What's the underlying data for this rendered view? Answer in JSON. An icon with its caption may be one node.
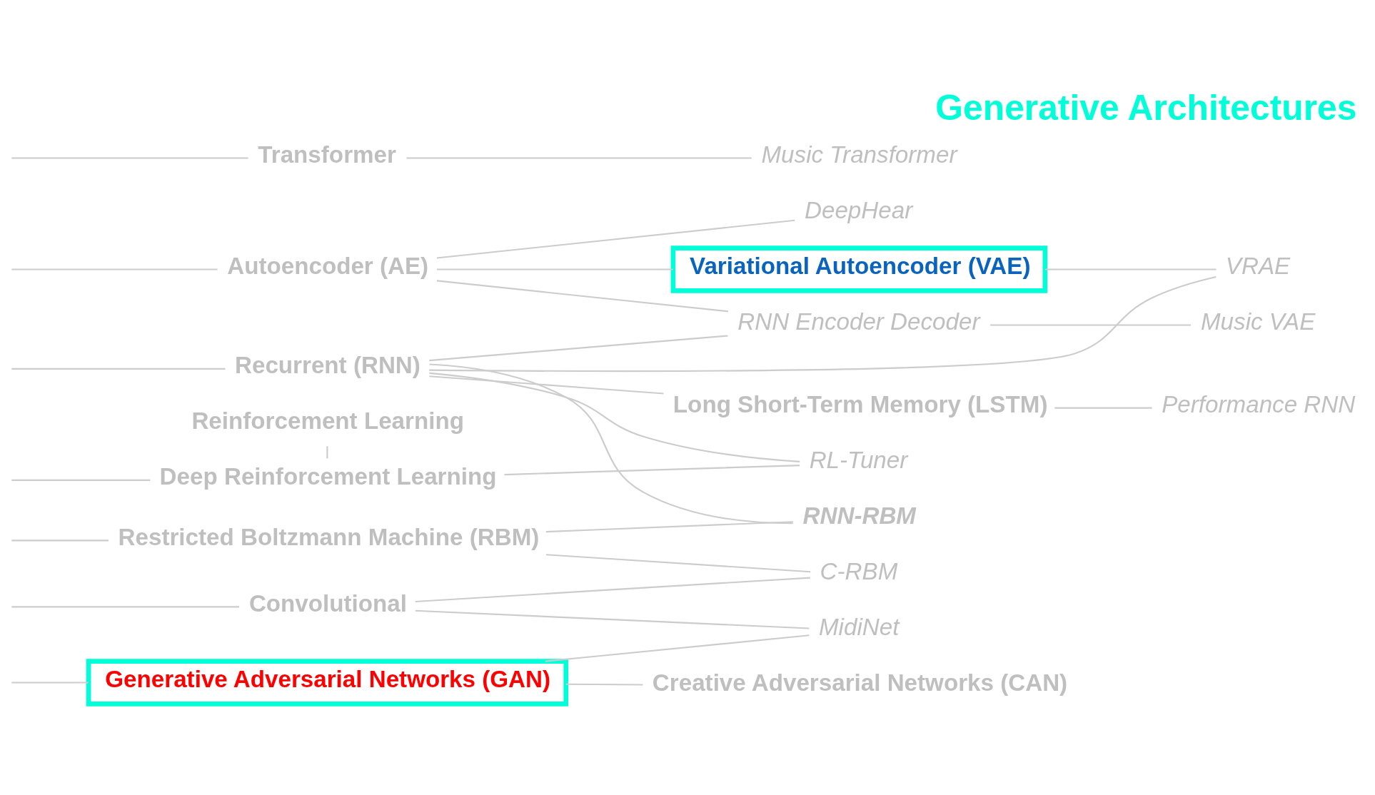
{
  "diagram": {
    "title": "Generative Architectures",
    "nodes": [
      {
        "text": [
          "Convolutional"
        ]
      },
      {
        "text": [
          "Recurrent (RNN)"
        ]
      },
      {
        "text": [
          "Long Short-Term Memory (LSTM)"
        ]
      },
      {
        "text": [
          "Autoencoder (AE)"
        ]
      },
      {
        "text": [
          "Variational Autoencoder (VAE)"
        ]
      },
      {
        "text": [
          "Restricted Boltzmann Machine (RBM)"
        ]
      },
      {
        "text": [
          "Generative Adversarial Networks (GAN)"
        ]
      },
      {
        "text": [
          "Creative Adversarial Networks (CAN)"
        ]
      },
      {
        "text": [
          "Transformer"
        ]
      },
      {
        "text": [
          "Reinforcement Learning"
        ]
      },
      {
        "text": [
          "Deep Reinforcement Learning"
        ]
      },
      {
        "text": [
          "Performance RNN"
        ]
      },
      {
        "text": [
          "RNN Encoder Decoder"
        ]
      },
      {
        "text": [
          "DeepHear"
        ]
      },
      {
        "text": [
          "Music VAE"
        ]
      },
      {
        "text": [
          "VRAE"
        ]
      },
      {
        "text": [
          "RNN-RBM"
        ]
      },
      {
        "text": [
          "C-RBM"
        ]
      },
      {
        "text": [
          "MidiNet"
        ]
      },
      {
        "text": [
          "Music Transformer"
        ]
      },
      {
        "text": [
          "RL-Tuner"
        ]
      }
    ],
    "edges": [
      {
        "from": null,
        "to": 0,
        "arrow": "none"
      },
      {
        "from": null,
        "to": 1,
        "arrow": "none"
      },
      {
        "from": null,
        "to": 3,
        "arrow": "none"
      },
      {
        "from": null,
        "to": 5,
        "arrow": "none"
      },
      {
        "from": null,
        "to": 6,
        "arrow": "none"
      },
      {
        "from": null,
        "to": 8,
        "arrow": "none"
      },
      {
        "from": null,
        "to": 10,
        "arrow": "none"
      },
      {
        "from": 0,
        "to": 17,
        "arrow": "none"
      },
      {
        "from": 0,
        "to": 18,
        "arrow": "none"
      },
      {
        "from": 1,
        "to": 2,
        "arrow": "none"
      },
      {
        "from": 1,
        "to": 20,
        "arrow": "none"
      },
      {
        "from": 1,
        "to": 16,
        "arrow": "none"
      },
      {
        "from": 1,
        "to": 15,
        "arrow": "none"
      },
      {
        "from": 1,
        "to": 12,
        "arrow": "none"
      },
      {
        "from": 2,
        "to": 11,
        "arrow": "none"
      },
      {
        "from": 3,
        "to": 12,
        "arrow": "none"
      },
      {
        "from": 3,
        "to": 13,
        "arrow": "none"
      },
      {
        "from": 3,
        "to": 4,
        "arrow": "none"
      },
      {
        "from": 12,
        "to": 14,
        "arrow": "none"
      },
      {
        "from": 4,
        "to": 15,
        "arrow": "none"
      },
      {
        "from": 5,
        "to": 16,
        "arrow": "none"
      },
      {
        "from": 5,
        "to": 17,
        "arrow": "none"
      },
      {
        "from": 6,
        "to": 18,
        "arrow": "none"
      },
      {
        "from": 6,
        "to": 7,
        "arrow": "none"
      },
      {
        "from": 8,
        "to": 19,
        "arrow": "none"
      },
      {
        "from": 9,
        "to": 10,
        "arrow": "none"
      },
      {
        "from": 10,
        "to": 20,
        "arrow": "none"
      }
    ]
  }
}
